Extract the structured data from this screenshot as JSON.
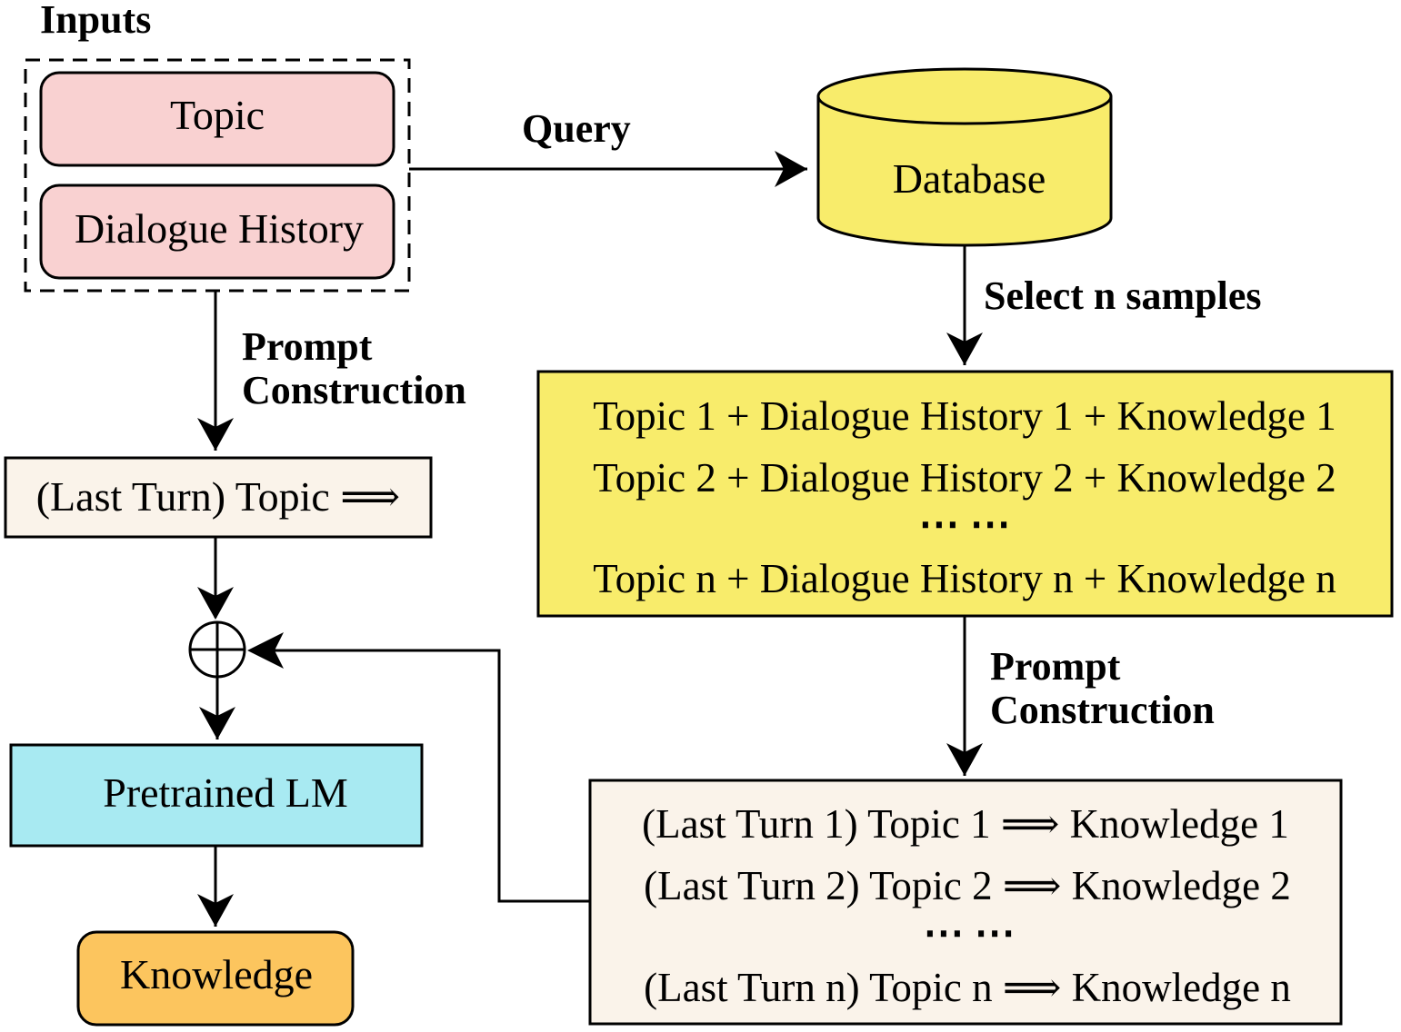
{
  "inputs": {
    "title": "Inputs",
    "topic": "Topic",
    "dialogue_history": "Dialogue History"
  },
  "edges": {
    "query": "Query",
    "select": "Select n samples",
    "prompt_left": [
      "Prompt",
      "Construction"
    ],
    "prompt_right": [
      "Prompt",
      "Construction"
    ]
  },
  "database": {
    "label": "Database"
  },
  "samples": {
    "lines": [
      "Topic 1 + Dialogue History 1 + Knowledge 1",
      "Topic 2 + Dialogue History 2 + Knowledge 2",
      "⋯ ⋯",
      "Topic n + Dialogue History n + Knowledge n"
    ]
  },
  "left_prompt": {
    "label": "(Last Turn) Topic ⟹"
  },
  "plus_symbol": "⊕",
  "pretrained": {
    "label": "Pretrained LM"
  },
  "output": {
    "label": "Knowledge"
  },
  "examples": {
    "lines": [
      "(Last Turn 1) Topic 1 ⟹ Knowledge 1",
      "(Last Turn 2) Topic 2 ⟹ Knowledge 2",
      "⋯ ⋯",
      "(Last Turn n) Topic n ⟹ Knowledge n"
    ]
  },
  "colors": {
    "input_fill": "#f9d1d1",
    "database_fill": "#f8ec6b",
    "samples_fill": "#f8ec6b",
    "prompt_fill": "#faf3ea",
    "pretrained_fill": "#a8eaf2",
    "output_fill": "#fcc55e"
  }
}
